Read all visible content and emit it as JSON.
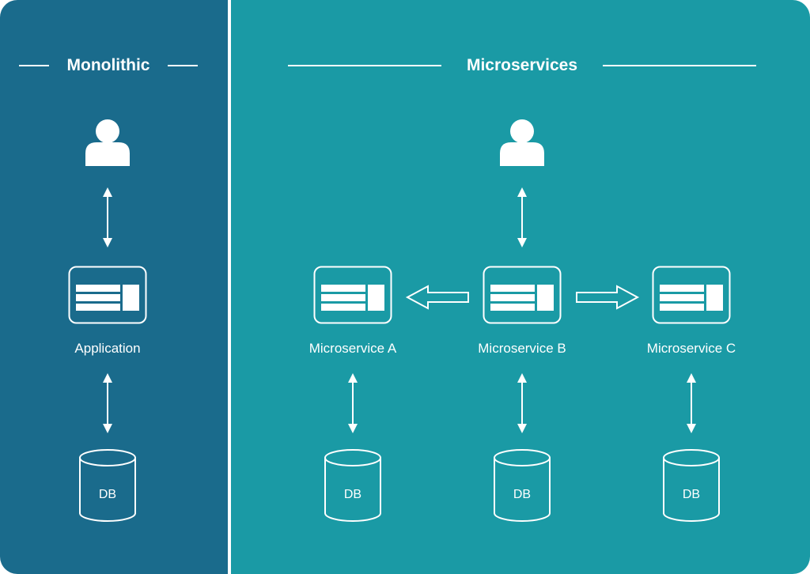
{
  "monolithic": {
    "title": "Monolithic",
    "app_label": "Application",
    "db_label": "DB"
  },
  "microservices": {
    "title": "Microservices",
    "services": [
      {
        "label": "Microservice A",
        "db_label": "DB"
      },
      {
        "label": "Microservice B",
        "db_label": "DB"
      },
      {
        "label": "Microservice C",
        "db_label": "DB"
      }
    ]
  },
  "colors": {
    "monolithic_bg": "#1a6b8c",
    "microservices_bg": "#1a9aa5",
    "foreground": "#ffffff"
  },
  "icons": [
    "user-icon",
    "app-window-icon",
    "database-icon",
    "bidirectional-arrow-icon",
    "hollow-arrow-icon"
  ]
}
